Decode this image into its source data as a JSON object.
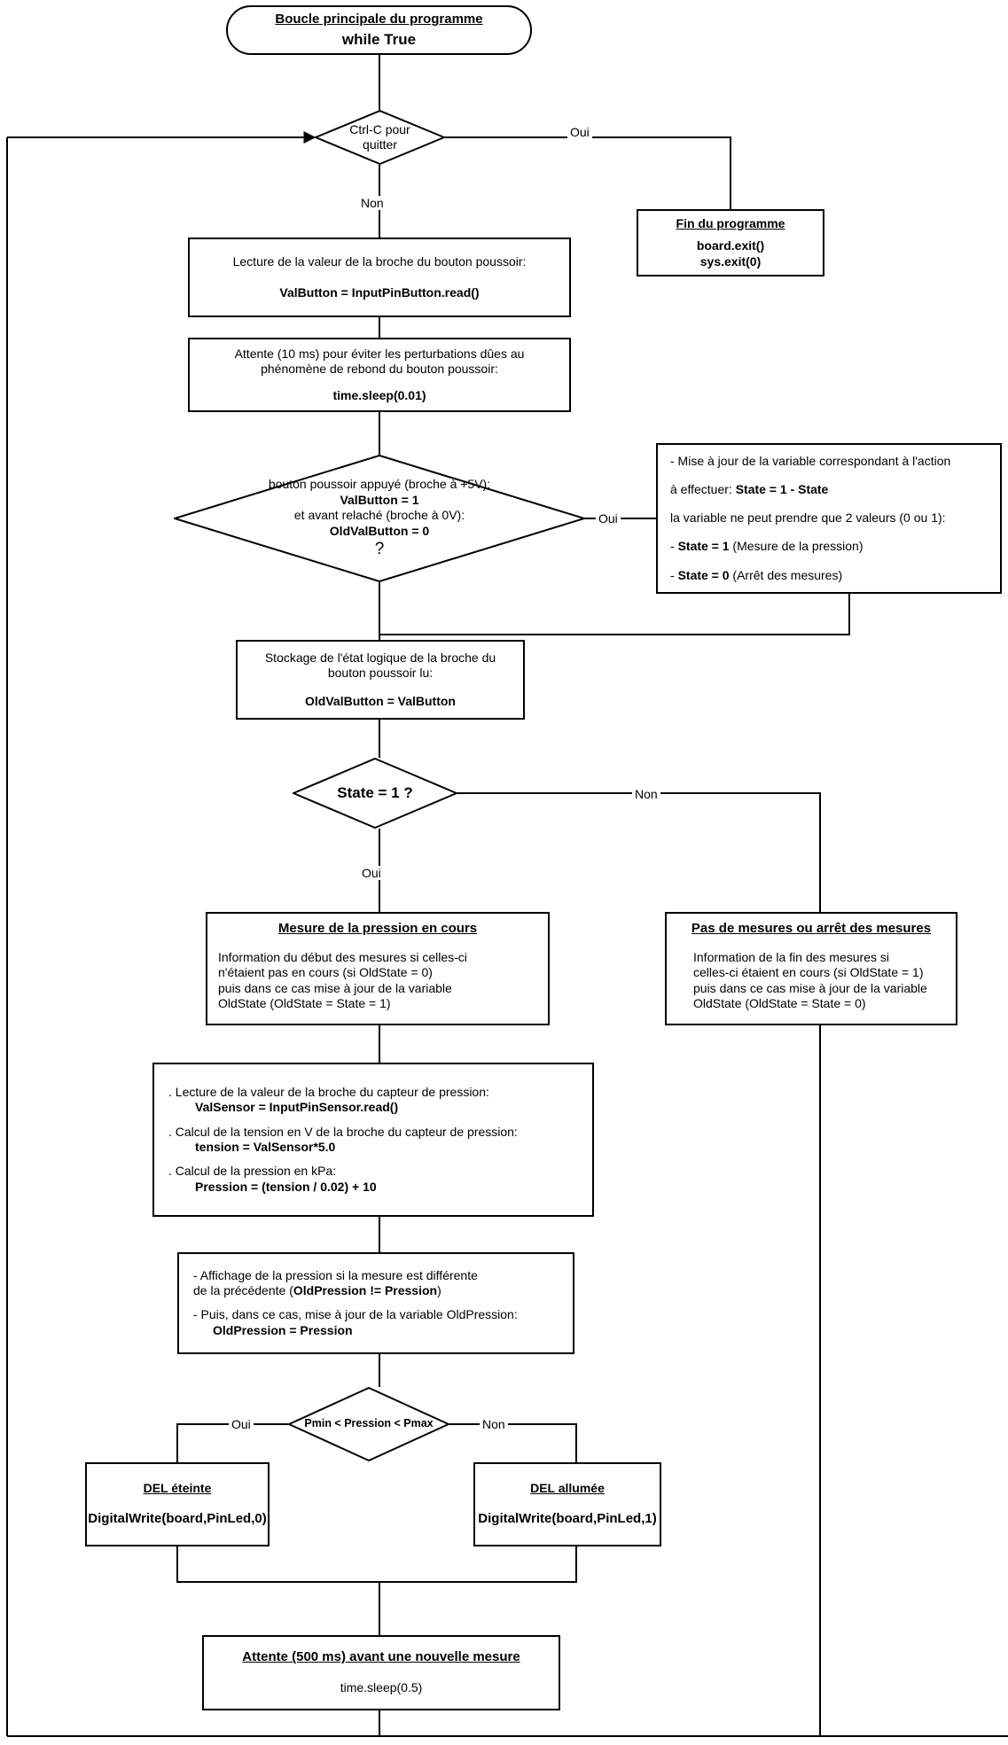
{
  "diagram": {
    "title": "Boucle principale du programme",
    "language": "fr"
  },
  "nodes": {
    "main_loop": {
      "type": "terminator",
      "title": "Boucle principale du programme",
      "code": "while True"
    },
    "ctrl_c": {
      "type": "decision",
      "line1": "Ctrl-C pour",
      "line2": "quitter"
    },
    "fin_programme": {
      "type": "process",
      "title": "Fin du programme",
      "code1": "board.exit()",
      "code2": "sys.exit(0)"
    },
    "lecture_bouton": {
      "type": "process",
      "text": "Lecture de la valeur de la broche du bouton poussoir:",
      "code": "ValButton = InputPinButton.read()"
    },
    "attente_rebond": {
      "type": "process",
      "line1": "Attente (10 ms) pour éviter les perturbations dûes au",
      "line2": "phénomène de rebond du bouton poussoir:",
      "code": "time.sleep(0.01)"
    },
    "bouton_appuye": {
      "type": "decision",
      "line1": "bouton poussoir appuyé (broche à +5V):",
      "code1": "ValButton = 1",
      "line2": "et avant relaché (broche à 0V):",
      "code2": "OldValButton = 0",
      "line3": "?"
    },
    "maj_state": {
      "type": "process",
      "l1a": "- Mise à jour de la variable correspondant à l'action",
      "l2a": "à effectuer: ",
      "l2b": "State = 1 - State",
      "l3": "la variable ne peut prendre que 2 valeurs (0 ou 1):",
      "l4a": "- ",
      "l4b": "State = 1",
      "l4c": "   (Mesure de la pression)",
      "l5a": "- ",
      "l5b": "State = 0",
      "l5c": "   (Arrêt des mesures)"
    },
    "stockage_etat": {
      "type": "process",
      "line1": "Stockage de l'état logique de la broche du",
      "line2": "bouton poussoir lu:",
      "code": "OldValButton = ValButton"
    },
    "state_eq_1": {
      "type": "decision",
      "text": "State = 1 ?"
    },
    "mesure_en_cours": {
      "type": "process",
      "title": "Mesure de la pression en cours",
      "line1": "Information du début des mesures si celles-ci",
      "line2": "n'étaient pas en cours (si OldState = 0)",
      "line3": "puis dans ce cas mise à jour de la variable",
      "line4": "OldState (OldState = State = 1)"
    },
    "pas_de_mesures": {
      "type": "process",
      "title": "Pas de mesures ou arrêt des mesures",
      "line1": "Information de la fin des mesures si",
      "line2": "celles-ci étaient en cours (si OldState = 1)",
      "line3": "puis dans ce cas mise à jour de la variable",
      "line4": "OldState (OldState = State = 0)"
    },
    "calculs": {
      "type": "process",
      "l1": ". Lecture de la valeur de la broche du capteur de pression:",
      "c1": "ValSensor = InputPinSensor.read()",
      "l2": ". Calcul de la tension en V de la broche du capteur de pression:",
      "c2": "tension = ValSensor*5.0",
      "l3": ". Calcul de la pression en kPa:",
      "c3": "Pression = (tension / 0.02) + 10"
    },
    "affichage": {
      "type": "process",
      "l1": "- Affichage de la pression si la mesure est différente",
      "l2a": "de la précédente (",
      "l2b": "OldPression != Pression",
      "l2c": ")",
      "l3": "- Puis, dans ce cas, mise à jour de la variable OldPression:",
      "c1": "OldPression = Pression"
    },
    "pmin_pmax": {
      "type": "decision",
      "text": "Pmin < Pression < Pmax"
    },
    "del_eteinte": {
      "type": "process",
      "title": "DEL éteinte",
      "code": "DigitalWrite(board,PinLed,0)"
    },
    "del_allumee": {
      "type": "process",
      "title": "DEL allumée",
      "code": "DigitalWrite(board,PinLed,1)"
    },
    "attente_500": {
      "type": "process",
      "title": "Attente (500 ms) avant une nouvelle mesure",
      "code": "time.sleep(0.5)"
    }
  },
  "edge_labels": {
    "ctrl_c_yes": "Oui",
    "ctrl_c_no": "Non",
    "bouton_yes": "Oui",
    "state_no": "Non",
    "state_yes": "Oui",
    "pminmax_yes": "Oui",
    "pminmax_no": "Non"
  },
  "colors": {
    "stroke": "#000000",
    "fill": "#ffffff",
    "text": "#000000"
  }
}
